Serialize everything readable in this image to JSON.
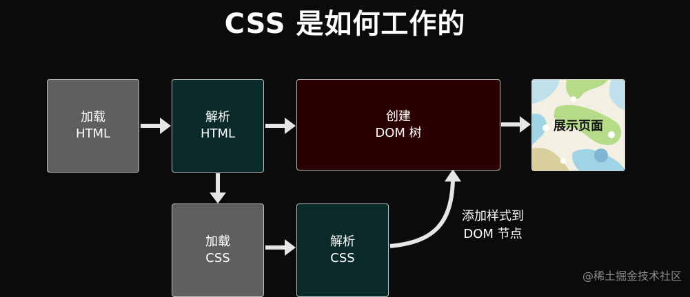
{
  "title": "CSS 是如何工作的",
  "nodes": {
    "load_html": {
      "line1": "加载",
      "line2": "HTML"
    },
    "parse_html": {
      "line1": "解析",
      "line2": "HTML"
    },
    "create_dom": {
      "line1": "创建",
      "line2": "DOM 树"
    },
    "display": {
      "label": "展示页面"
    },
    "load_css": {
      "line1": "加载",
      "line2": "CSS"
    },
    "parse_css": {
      "line1": "解析",
      "line2": "CSS"
    }
  },
  "edge_label": {
    "line1": "添加样式到",
    "line2": "DOM 节点"
  },
  "watermark": "@稀土掘金技术社区",
  "colors": {
    "background": "#0b0b0b",
    "load_box": "#5f5f5f",
    "parse_box": "#0b2a2a",
    "dom_box": "#2a0000",
    "arrow": "#e6e6e6"
  }
}
